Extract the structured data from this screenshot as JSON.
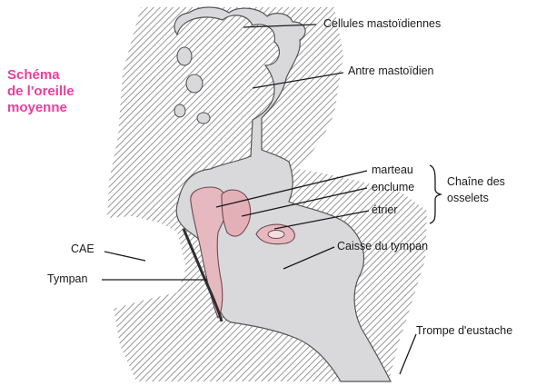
{
  "title": {
    "lines": [
      "Schéma",
      "de l'oreille",
      "moyenne"
    ],
    "color": "#e8409a"
  },
  "labels": {
    "cellules": "Cellules mastoïdiennes",
    "antre": "Antre mastoïdien",
    "marteau": "marteau",
    "enclume": "enclume",
    "etrier": "étrier",
    "chaine_line1": "Chaîne des",
    "chaine_line2": "osselets",
    "caisse": "Caisse du tympan",
    "cae": "CAE",
    "tympan": "Tympan",
    "trompe": "Trompe d'eustache"
  },
  "colors": {
    "bone_hatch": "#7d7d7d",
    "cavity": "#d9d9dc",
    "ossicles": "#e6b8bf",
    "outline": "#555555",
    "tympan_membrane": "#2f2f2f"
  }
}
